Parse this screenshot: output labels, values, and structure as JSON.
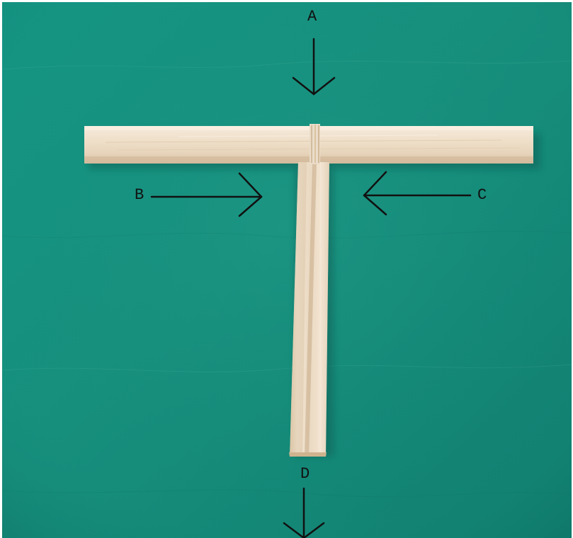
{
  "image": {
    "colors": {
      "background": "#17917f",
      "background_dark": "#0f7c6e",
      "wood": "#efe0cb",
      "wood_shadow": "#d7c2a5",
      "ink": "#111111"
    },
    "labels": {
      "a": "A",
      "b": "B",
      "c": "C",
      "d": "D"
    }
  }
}
